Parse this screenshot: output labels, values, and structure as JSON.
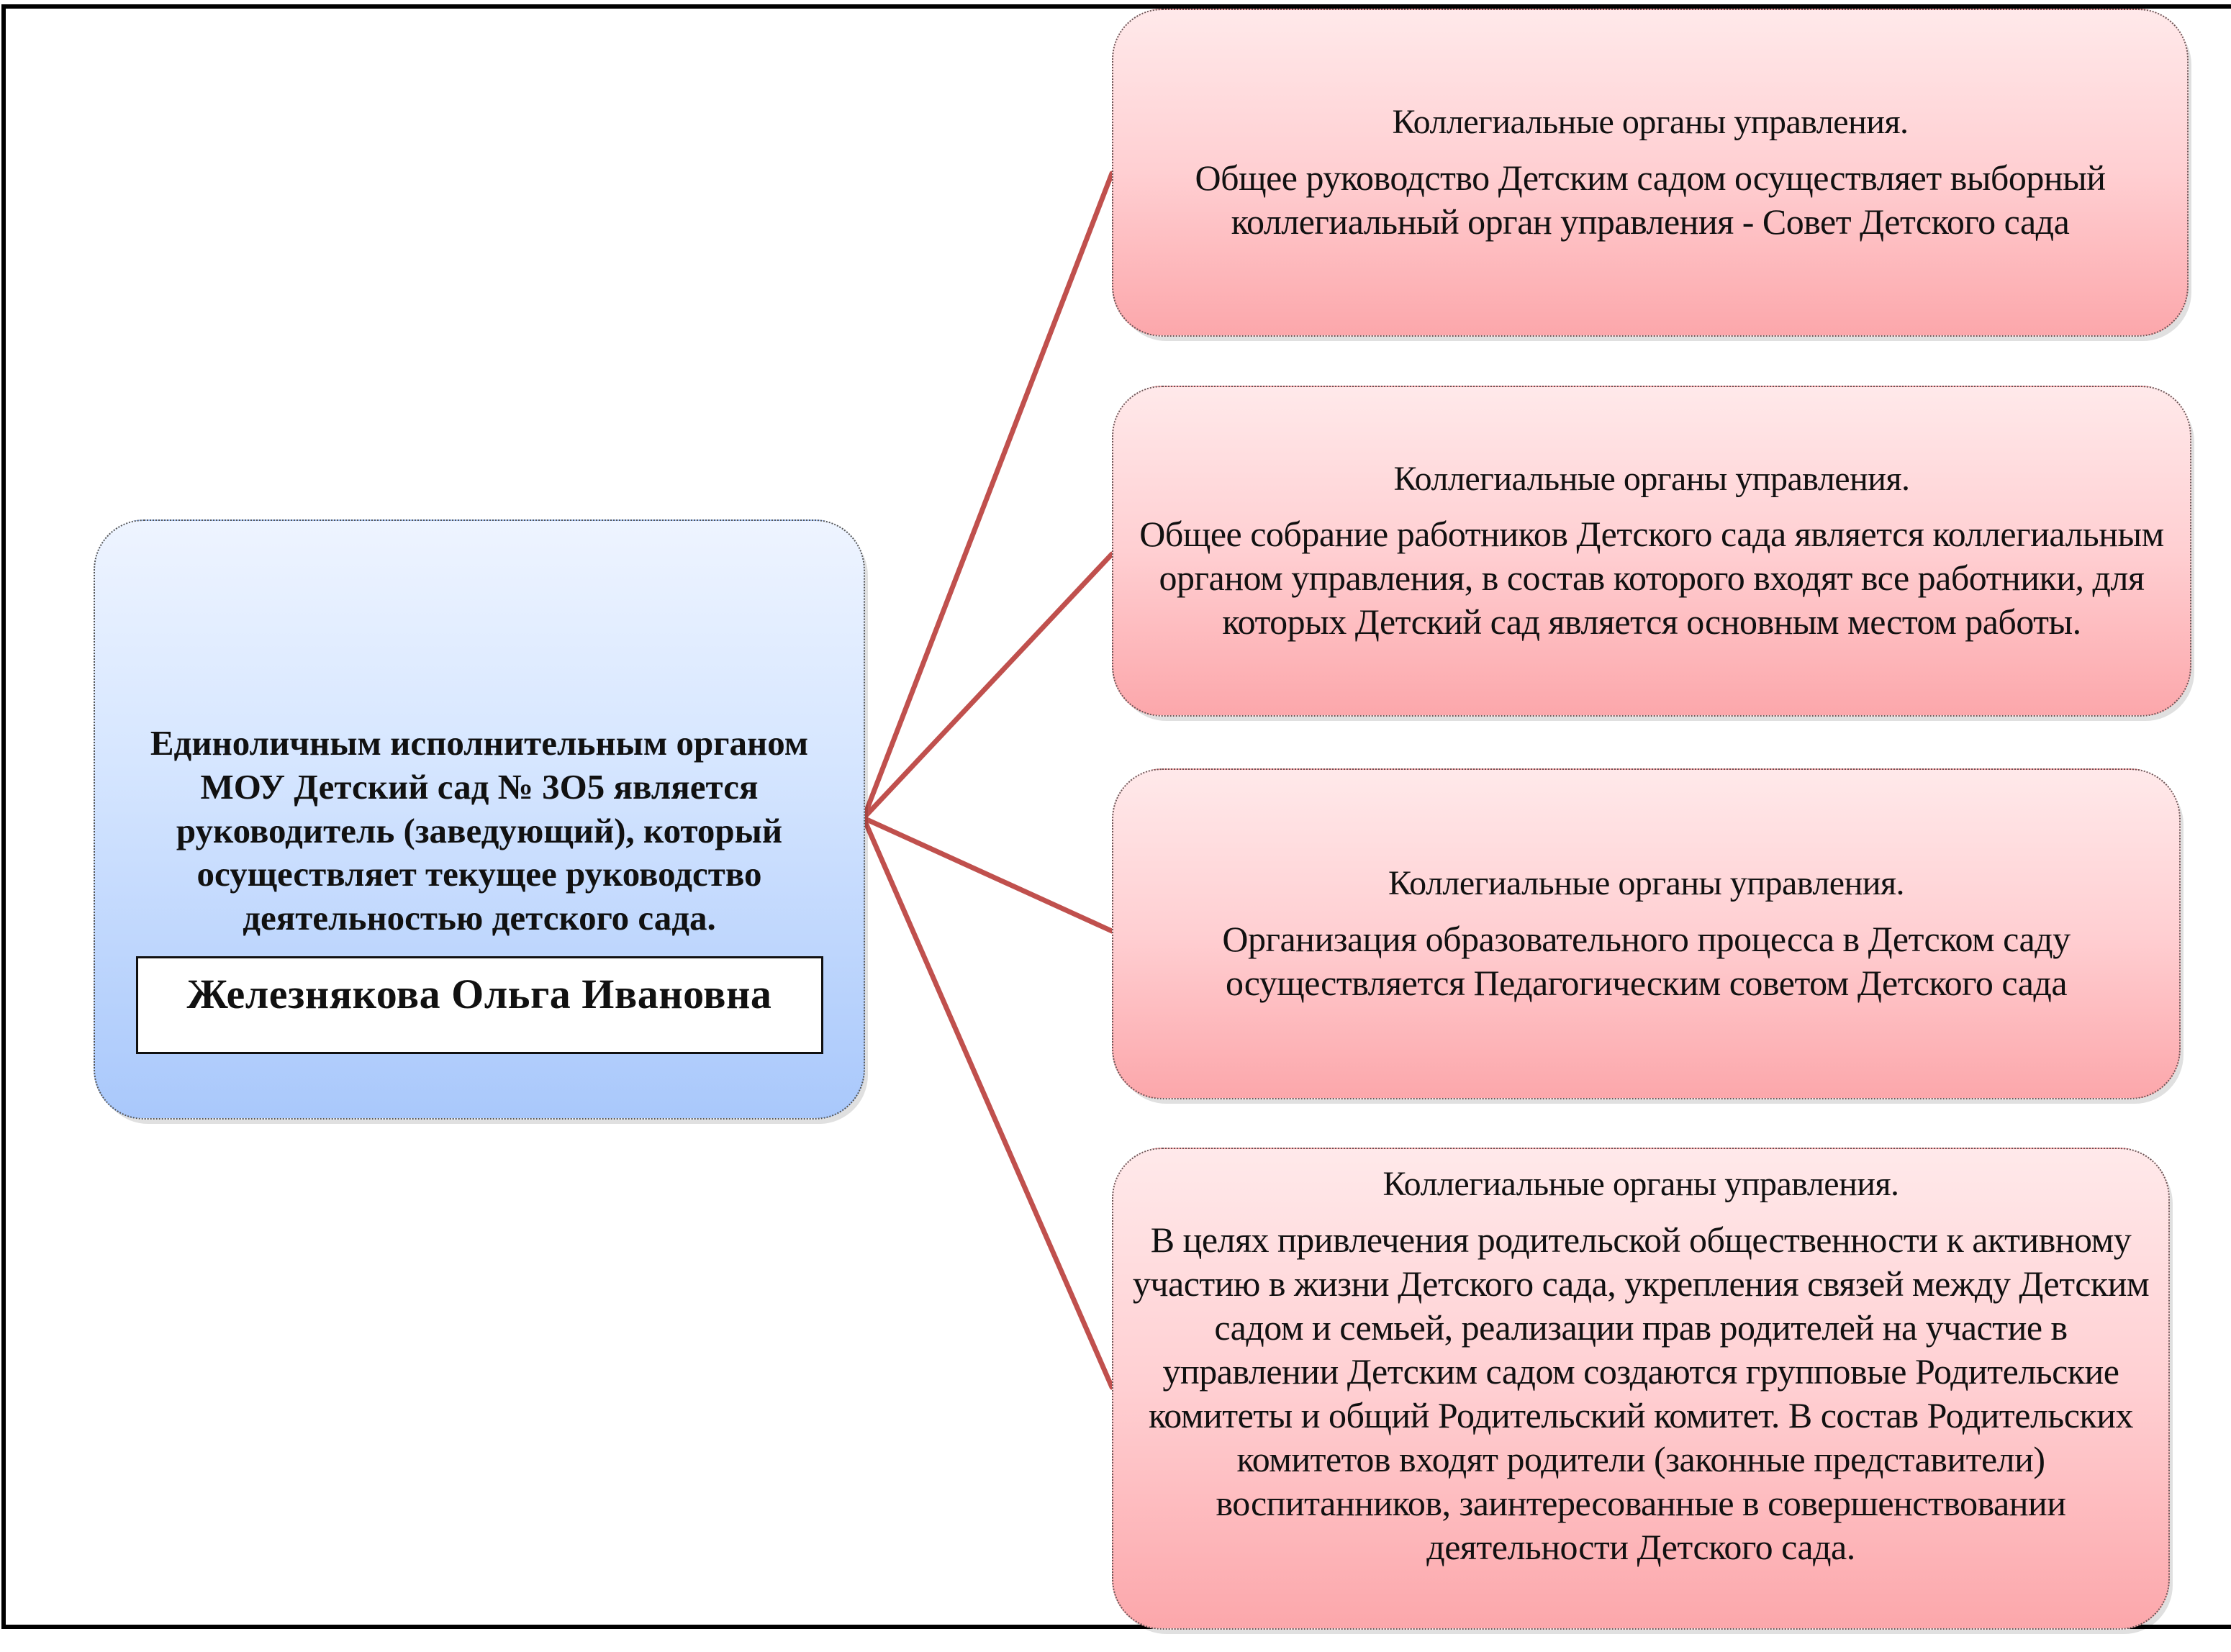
{
  "diagram": {
    "line_color": "#c0504d",
    "head": {
      "text": "Единоличным исполнительным органом МОУ  Детский сад № 3О5 является руководитель (заведующий), который осуществляет текущее руководство деятельностью детского сада.",
      "name": "Железнякова Ольга Ивановна"
    },
    "bodies": [
      {
        "title": "Коллегиальные органы управления.",
        "text": "Общее руководство Детским садом осуществляет выборный коллегиальный орган управления - Совет Детского сада"
      },
      {
        "title": "Коллегиальные органы управления.",
        "text": "Общее собрание работников Детского сада является коллегиальным органом управления, в состав которого входят все работники, для которых Детский сад является основным местом работы."
      },
      {
        "title": "Коллегиальные органы управления.",
        "text": "Организация образовательного процесса в Детском саду осуществляется Педагогическим советом Детского сада"
      },
      {
        "title": "Коллегиальные органы управления.",
        "text": "В целях привлечения родительской общественности к активному участию в жизни Детского сада, укрепления связей между Детским садом и семьей, реализации прав родителей на участие в управлении Детским садом создаются групповые Родительские комитеты и общий Родительский комитет. В состав Родительских комитетов входят родители (законные представители) воспитанников, заинтересованные в совершенствовании деятельности Детского сада."
      }
    ]
  }
}
